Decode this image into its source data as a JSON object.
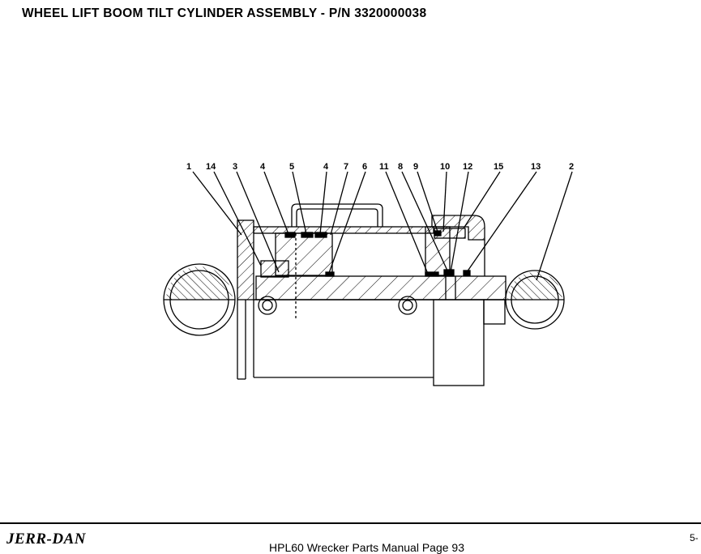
{
  "header": {
    "title": "WHEEL LIFT BOOM TILT CYLINDER ASSEMBLY - P/N 3320000038"
  },
  "callouts": [
    "1",
    "14",
    "3",
    "4",
    "5",
    "4",
    "7",
    "6",
    "11",
    "8",
    "9",
    "10",
    "12",
    "15",
    "13",
    "2"
  ],
  "footer": {
    "logo": "JERR-DAN",
    "center": "HPL60 Wrecker Parts Manual     Page 93",
    "corner": "5-"
  }
}
